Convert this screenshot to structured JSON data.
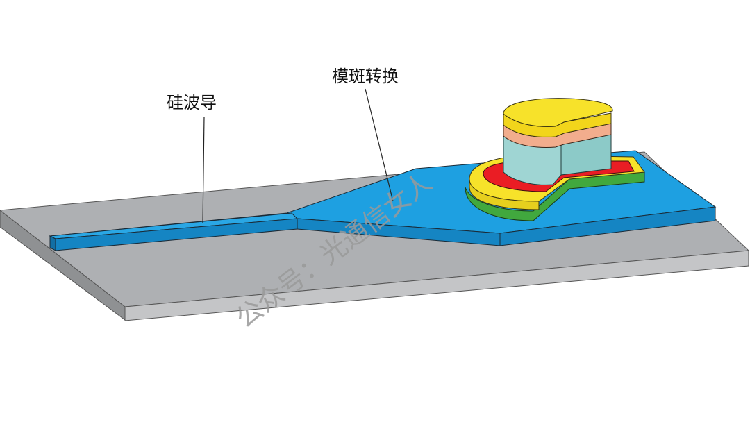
{
  "labels": {
    "silicon_waveguide": "硅波导",
    "mode_converter": "模斑转换"
  },
  "watermark": "公众号：光通信女人",
  "colors": {
    "background": "#ffffff",
    "substrate_top": "#aeb0b3",
    "substrate_front": "#c4c5c7",
    "substrate_side": "#8f9193",
    "waveguide": "#1ea0e1",
    "waveguide_side": "#1585c3",
    "laser_top": "#f7e22a",
    "laser_peach": "#f2ad8d",
    "laser_core": "#9fd5d3",
    "laser_red": "#ea1d24",
    "laser_green": "#41a83e"
  }
}
